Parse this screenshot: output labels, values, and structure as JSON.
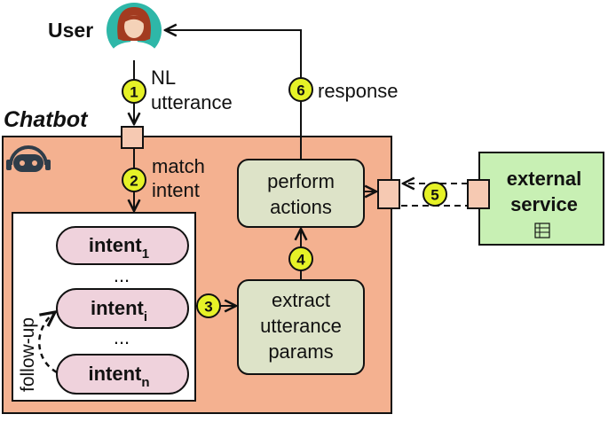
{
  "user_label": "User",
  "chatbot_label": "Chatbot",
  "nl_utterance": [
    "NL",
    "utterance"
  ],
  "match_intent": [
    "match",
    "intent"
  ],
  "response_label": "response",
  "perform_actions": [
    "perform",
    "actions"
  ],
  "extract_params": [
    "extract",
    "utterance",
    "params"
  ],
  "external_service": [
    "external",
    "service"
  ],
  "follow_up": "follow-up",
  "intents": [
    {
      "base": "intent",
      "sub": "1"
    },
    {
      "base": "intent",
      "sub": "i"
    },
    {
      "base": "intent",
      "sub": "n"
    }
  ],
  "ellipsis": "...",
  "steps": [
    "1",
    "2",
    "3",
    "4",
    "5",
    "6"
  ],
  "colors": {
    "chatbot_bg": "#f4b190",
    "action_box": "#dde3c8",
    "intent_box": "#efd2dc",
    "external_bg": "#c8f0b4",
    "port": "#f6c9b2",
    "step_circle": "#e6f227"
  },
  "icons": [
    "user-avatar-icon",
    "bot-icon",
    "database-icon"
  ]
}
